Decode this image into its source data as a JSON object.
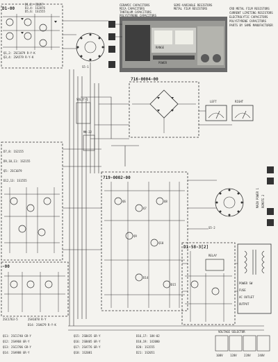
{
  "diagram": {
    "modules": {
      "top_left": "D1-00",
      "mid_right": "716-0004-00",
      "center": "719-0002-00",
      "lower_left": "-00",
      "lower_right": "D1-58-3[2]"
    },
    "top_left_parts": [
      "D1,2: C2057",
      "D3,4: 1S2076",
      "D5,6: 1S1555"
    ],
    "top_left_transistors": [
      "Q1,2: 2SC1079 R-Y-K",
      "Q3,4: 2SA579 R-Y-K"
    ],
    "mid_left_parts": [
      "D7,8: 1S2155",
      "D9,10,11: 1S2155",
      "Q5: 2SC1079",
      "D12,13: 1S1555"
    ],
    "switch_labels": [
      "S5-1",
      "S5-2",
      "SOL2T-1",
      "MN-22"
    ],
    "center_labels": [
      "Q6",
      "Q7",
      "Q8",
      "Q9",
      "Q10",
      "D14",
      "D15"
    ],
    "meter_labels": [
      "LEFT",
      "RIGHT"
    ],
    "panel_labels": [
      "RANGE",
      "POWER"
    ],
    "speaker_labels": [
      "MAIN POWER 1",
      "REMOTE 2"
    ],
    "legend_items": [
      "CERAMIC CAPACITORS",
      "MICA CAPACITORS",
      "TANTALUM CAPACITORS",
      "POLYSTYRENE CAPACITORS",
      "SEMI-VARIABLE RESISTORS",
      "METAL FILM RESISTORS"
    ],
    "note_lines": [
      "CRD METAL FILM RESISTORS",
      "CURRENT LIMITING RESISTORS",
      "ELECTROLYTIC CAPACITORS",
      "POLYSTYRENE CAPACITORS",
      "PARTS BY SAME MANUFACTURER"
    ],
    "bottom_parts_left": [
      "Q11: 2SC1740 GR-Y",
      "Q12: 2SA968 GR-Y",
      "Q13: 2SC2706 GR-Y",
      "Q14: 2SA988 GR-Y"
    ],
    "bottom_parts_mid": [
      "Q15: 2SB435 GR-Y",
      "Q16: 2SB405 GR-Y",
      "Q17: 2SA776 GR-Y",
      "Q18: 1S2081"
    ],
    "bottom_parts_right": [
      "D16,17: 10V-02",
      "D18,19: 1X2080",
      "D20: 1S1555",
      "D21: 1S2051"
    ],
    "voltage_selector": {
      "title": "VOLTAGE SELECTOR",
      "options": [
        "100V",
        "120V",
        "220V",
        "240V"
      ]
    },
    "bottom_left_codes": [
      "2SC1763-5",
      "2SA1078 R-Y",
      "D14: 2SA679 R-Y-K"
    ],
    "fuse_labels": [
      "FUSE",
      "AC OUTLET"
    ],
    "relay_label": "RELAY",
    "power_switch": "POWER SW",
    "output_label": "OUTPUT"
  }
}
